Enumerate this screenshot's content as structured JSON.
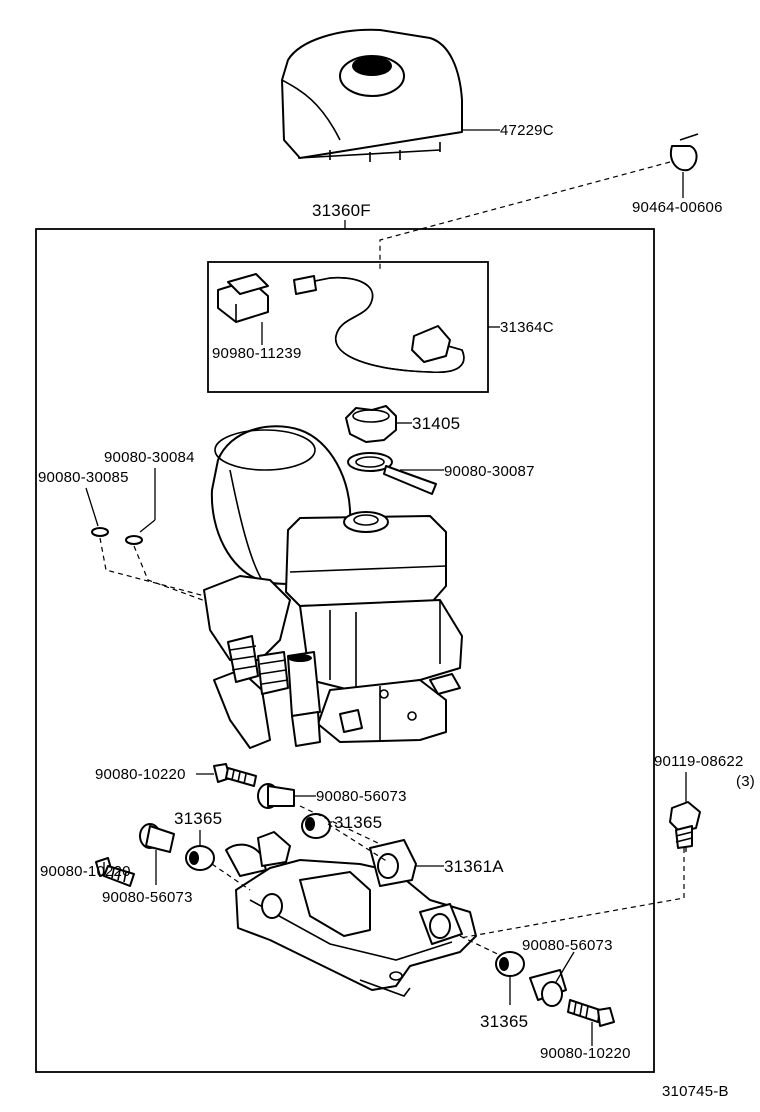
{
  "diagram": {
    "figure_id": "310745-B",
    "assembly_label": "31360F",
    "subassembly_label": "31364C",
    "quantity_note": "(3)",
    "part_labels": {
      "cover": "47229C",
      "clamp": "90464-00606",
      "connector": "90980-11239",
      "cap": "31405",
      "cap_seal": "90080-30087",
      "o_ring_upper": "90080-30084",
      "o_ring_lower": "90080-30085",
      "bolt_top": "90080-10220",
      "collar_top": "90080-56073",
      "cushion_top_left": "31365",
      "cushion_top_right": "31365",
      "bolt_left": "90080-10220",
      "collar_left": "90080-56073",
      "bracket": "31361A",
      "bolt_right": "90119-08622",
      "collar_bottom": "90080-56073",
      "cushion_bottom": "31365",
      "bolt_bottom": "90080-10220"
    }
  }
}
